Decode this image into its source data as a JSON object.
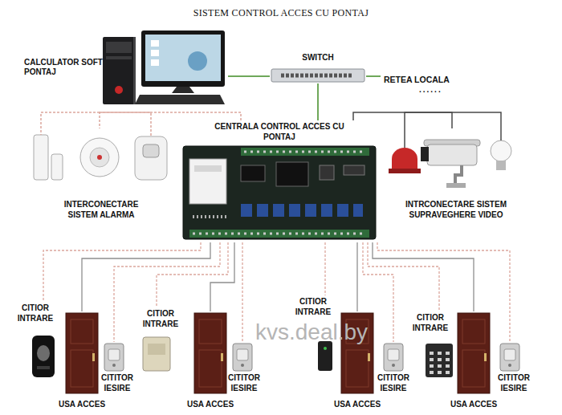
{
  "diagram": {
    "title": "SISTEM CONTROL ACCES CU PONTAJ",
    "nodes": [
      {
        "text": [
          "CALCULATOR SOFT PONTAJ"
        ]
      },
      {
        "text": [
          "SWITCH"
        ]
      },
      {
        "text": [
          "CENTRALA CONTROL ACCES CU PONTAJ"
        ]
      },
      {
        "text": [
          "INTERCONECTARE SISTEM ALARMA"
        ]
      },
      {
        "text": [
          "INTRCONECTARE SISTEM SUPRAVEGHERE VIDEO"
        ]
      },
      {
        "text": [
          "CITIOR INTRARE"
        ]
      },
      {
        "text": [
          "USA ACCES"
        ]
      },
      {
        "text": [
          "CITITOR IESIRE"
        ]
      },
      {
        "text": [
          "CITIOR INTRARE"
        ]
      },
      {
        "text": [
          "USA ACCES"
        ]
      },
      {
        "text": [
          "CITITOR IESIRE"
        ]
      },
      {
        "text": [
          "CITIOR INTRARE"
        ]
      },
      {
        "text": [
          "USA ACCES"
        ]
      },
      {
        "text": [
          "CITITOR IESIRE"
        ]
      },
      {
        "text": [
          "CITIOR INTRARE"
        ]
      },
      {
        "text": [
          "USA ACCES"
        ]
      },
      {
        "text": [
          "CITITOR IESIRE"
        ]
      }
    ],
    "edges": [
      {
        "from": 0,
        "to": 1,
        "arrow": "none"
      },
      {
        "from": 1,
        "to": 2,
        "arrow": "none"
      },
      {
        "from": 2,
        "to": 3,
        "arrow": "none"
      },
      {
        "from": 2,
        "to": 4,
        "arrow": "none"
      },
      {
        "from": 2,
        "to": 5,
        "arrow": "none"
      },
      {
        "from": 2,
        "to": 6,
        "arrow": "none"
      },
      {
        "from": 2,
        "to": 7,
        "arrow": "none"
      },
      {
        "from": 2,
        "to": 8,
        "arrow": "none"
      },
      {
        "from": 2,
        "to": 9,
        "arrow": "none"
      },
      {
        "from": 2,
        "to": 10,
        "arrow": "none"
      },
      {
        "from": 2,
        "to": 11,
        "arrow": "none"
      },
      {
        "from": 2,
        "to": 12,
        "arrow": "none"
      },
      {
        "from": 2,
        "to": 13,
        "arrow": "none"
      },
      {
        "from": 2,
        "to": 14,
        "arrow": "none"
      },
      {
        "from": 2,
        "to": 15,
        "arrow": "none"
      },
      {
        "from": 2,
        "to": 16,
        "arrow": "none"
      }
    ],
    "labels": [
      "RETEA LOCALA",
      "......",
      "kvs.deal.by"
    ]
  }
}
